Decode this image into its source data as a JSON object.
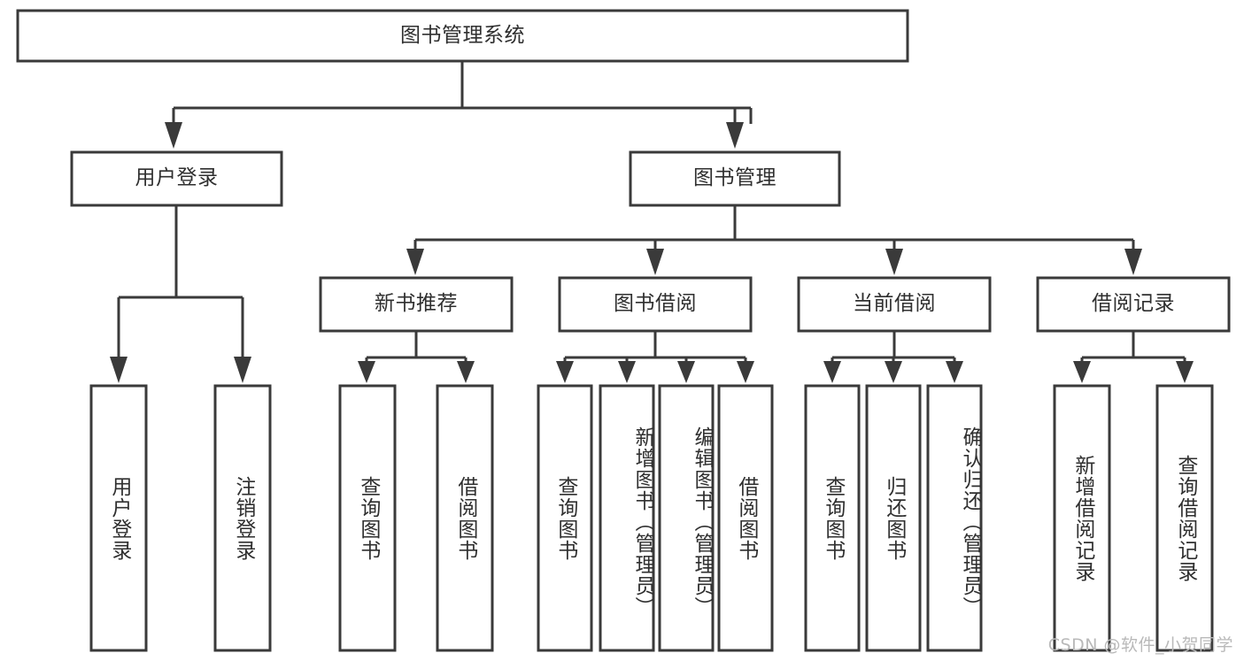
{
  "diagram": {
    "type": "tree",
    "title": "图书管理系统",
    "colors": {
      "box_stroke": "#3a3a3a",
      "box_fill": "#ffffff",
      "connector": "#3a3a3a",
      "text": "#2f2f2f",
      "background": "#ffffff",
      "watermark": "#b9b9b9"
    },
    "root": {
      "label": "图书管理系统",
      "orientation": "horizontal"
    },
    "level1": [
      {
        "label": "用户登录",
        "orientation": "horizontal"
      },
      {
        "label": "图书管理",
        "orientation": "horizontal"
      }
    ],
    "level2": [
      {
        "label": "新书推荐",
        "orientation": "horizontal",
        "parent": "图书管理"
      },
      {
        "label": "图书借阅",
        "orientation": "horizontal",
        "parent": "图书管理"
      },
      {
        "label": "当前借阅",
        "orientation": "horizontal",
        "parent": "图书管理"
      },
      {
        "label": "借阅记录",
        "orientation": "horizontal",
        "parent": "图书管理"
      }
    ],
    "leaves": {
      "user_login": [
        {
          "label": "用户登录",
          "orientation": "vertical"
        },
        {
          "label": "注销登录",
          "orientation": "vertical"
        }
      ],
      "new_book_recommend": [
        {
          "label": "查询图书",
          "orientation": "vertical"
        },
        {
          "label": "借阅图书",
          "orientation": "vertical"
        }
      ],
      "book_borrow": [
        {
          "label": "查询图书",
          "orientation": "vertical"
        },
        {
          "label": "新增图书（管理员）",
          "orientation": "vertical"
        },
        {
          "label": "编辑图书（管理员）",
          "orientation": "vertical"
        },
        {
          "label": "借阅图书",
          "orientation": "vertical"
        }
      ],
      "current_borrow": [
        {
          "label": "查询图书",
          "orientation": "vertical"
        },
        {
          "label": "归还图书",
          "orientation": "vertical"
        },
        {
          "label": "确认归还（管理员）",
          "orientation": "vertical"
        }
      ],
      "borrow_record": [
        {
          "label": "新增借阅记录",
          "orientation": "vertical"
        },
        {
          "label": "查询借阅记录",
          "orientation": "vertical"
        }
      ]
    }
  },
  "watermark": {
    "text": "CSDN @软件_小贺同学"
  }
}
